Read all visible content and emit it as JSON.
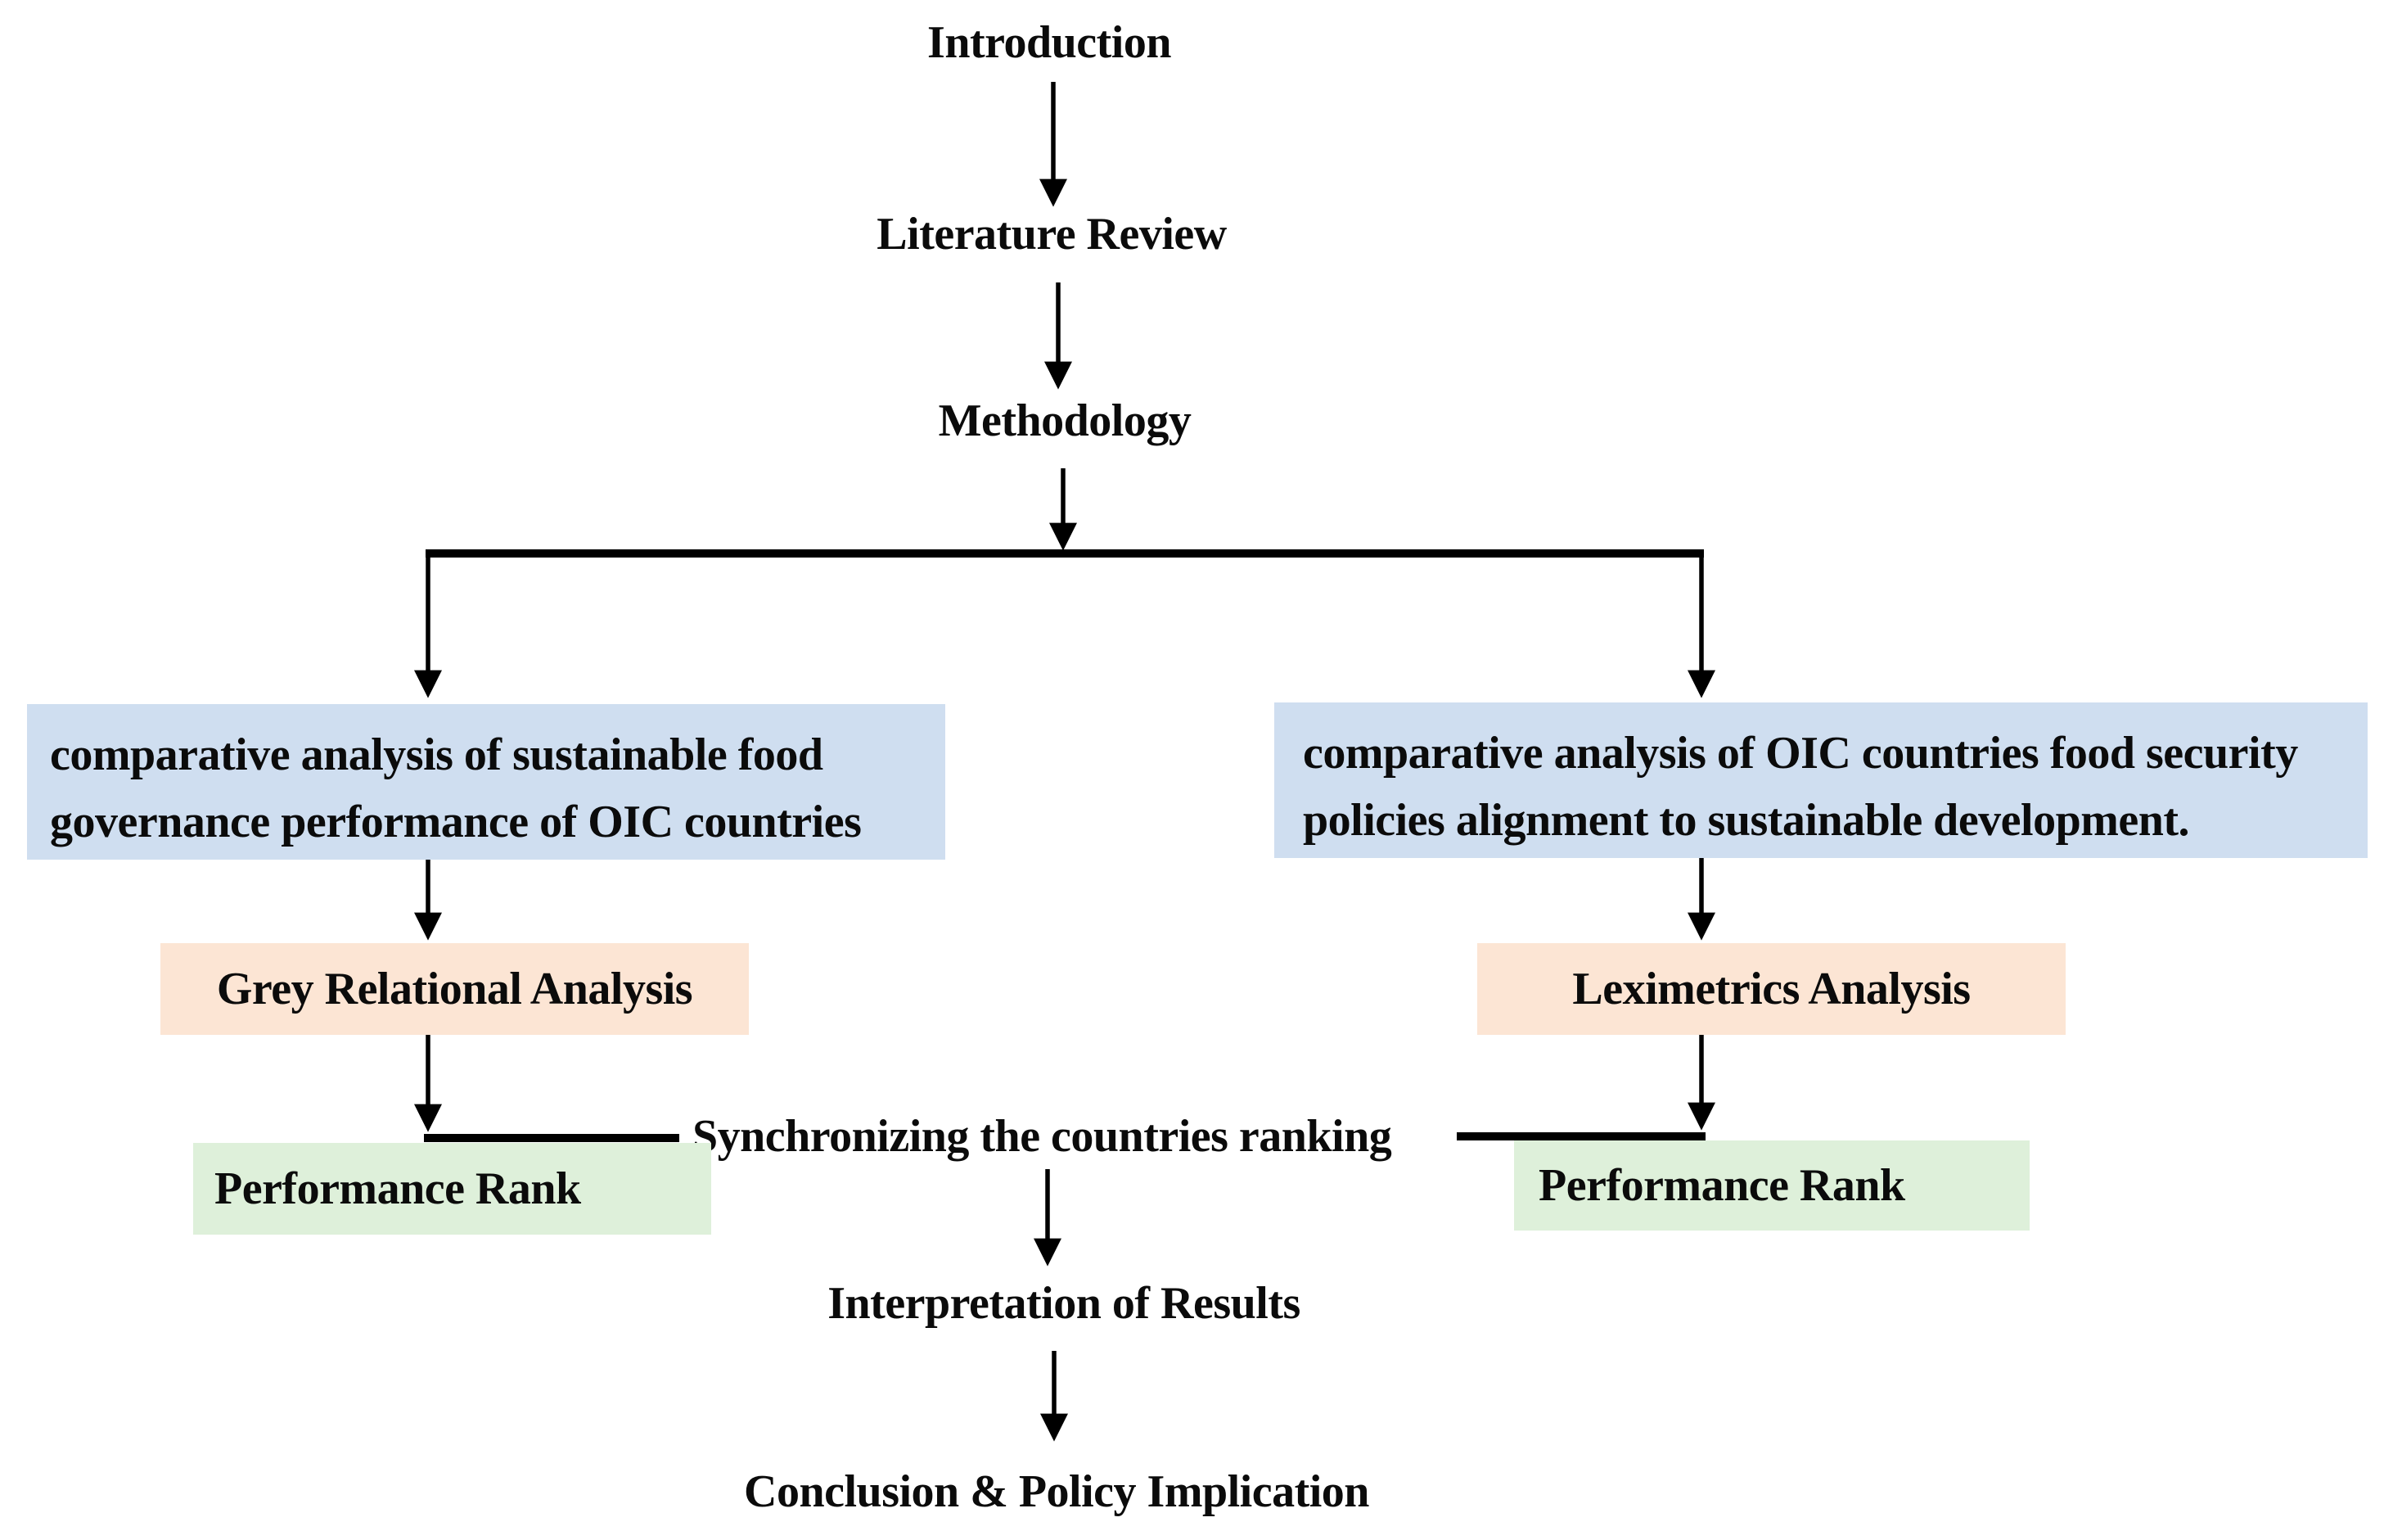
{
  "figure": {
    "type": "flowchart",
    "description": "Research methodology flow diagram"
  },
  "colors": {
    "box_blue": "#cfdef0",
    "box_orange": "#fce5d4",
    "box_green": "#def0da",
    "line": "#000000",
    "text": "#0b0b0b"
  },
  "nodes": {
    "introduction": "Introduction",
    "literature_review": "Literature Review",
    "methodology": "Methodology",
    "left_analysis_lines": [
      "comparative analysis of sustainable food",
      "governance performance of OIC countries"
    ],
    "right_analysis_lines": [
      "comparative analysis of OIC countries food security",
      "policies alignment to sustainable development."
    ],
    "grey_relational_analysis": "Grey Relational Analysis",
    "leximetrics_analysis": "Leximetrics Analysis",
    "synchronizing": "Synchronizing the countries ranking",
    "performance_rank_left": "Performance Rank",
    "performance_rank_right": "Performance Rank",
    "interpretation": "Interpretation of Results",
    "conclusion": "Conclusion & Policy Implication"
  }
}
